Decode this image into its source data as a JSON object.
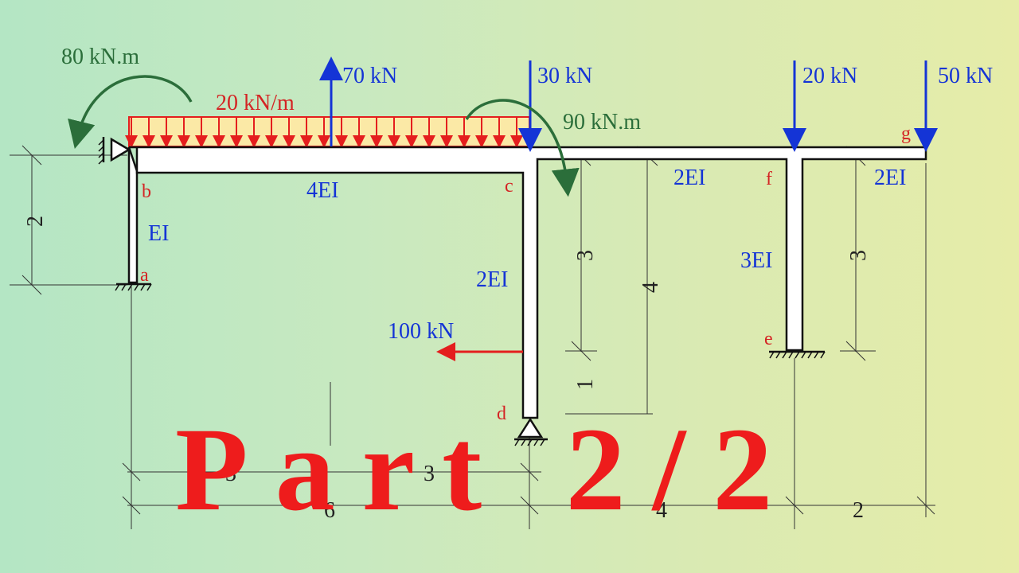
{
  "loads": {
    "moment_left": "80 kN.m",
    "udl": "20 kN/m",
    "point_up": "70 kN",
    "point_c": "30 kN",
    "moment_c": "90 kN.m",
    "point_f": "20 kN",
    "point_g": "50 kN",
    "horizontal_d": "100 kN"
  },
  "nodes": {
    "a": "a",
    "b": "b",
    "c": "c",
    "d": "d",
    "e": "e",
    "f": "f",
    "g": "g"
  },
  "stiffness": {
    "ab": "EI",
    "bc": "4EI",
    "cd": "2EI",
    "cf": "2EI",
    "fe": "3EI",
    "fg": "2EI"
  },
  "dims": {
    "left_height": "2",
    "h_three_1": "3",
    "h_four": "4",
    "h_one": "1",
    "h_three_2": "3",
    "b_three_1": "3",
    "b_three_2": "3",
    "b_six": "6",
    "b_four": "4",
    "b_two": "2"
  },
  "title": "Part 2/2",
  "colors": {
    "member": "#111111",
    "load_blue": "#1434d6",
    "load_red": "#e41e1e",
    "moment_green": "#2b6e3a",
    "udl_fill": "#fbe9a6",
    "title": "#ee1c1c"
  }
}
